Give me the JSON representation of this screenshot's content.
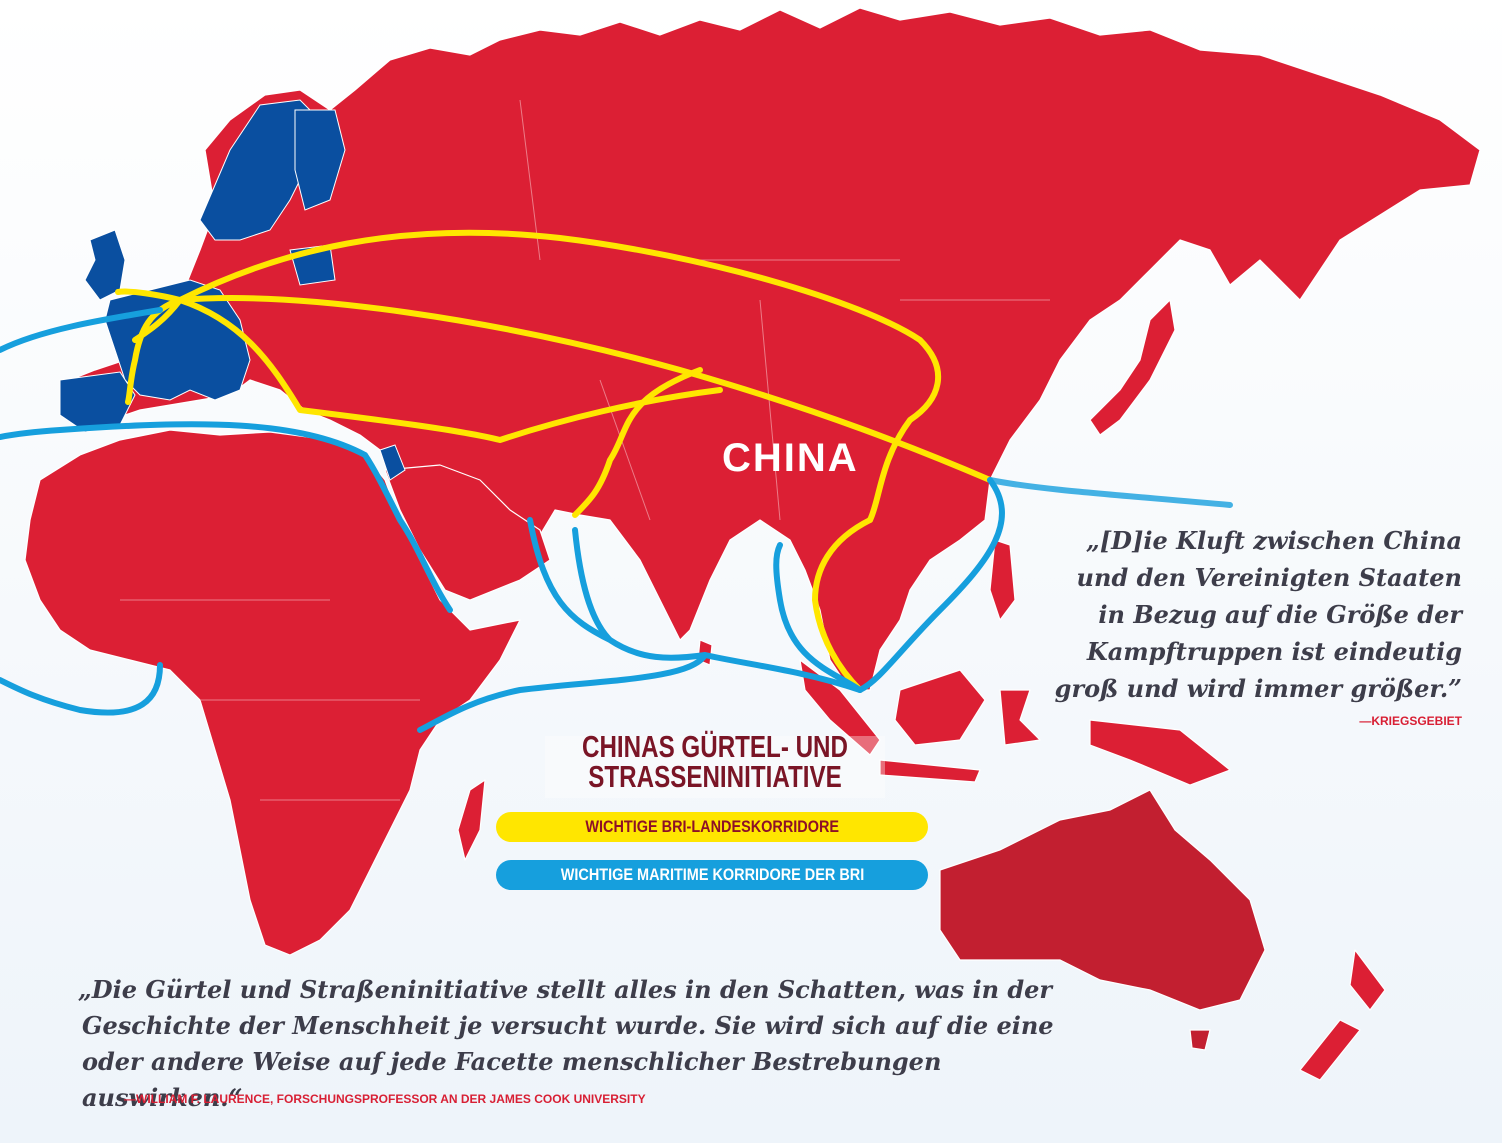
{
  "map": {
    "region_label": "CHINA",
    "colors": {
      "land": "#dc1f34",
      "europe_highlight": "#0a4fa0",
      "land_corridor": "#ffe600",
      "maritime_corridor": "#169fdd"
    }
  },
  "legend": {
    "title": "CHINAS GÜRTEL- UND STRASSENINITIATIVE",
    "title_line1": "CHINAS GÜRTEL- UND",
    "title_line2": "STRASSENINITIATIVE",
    "items": [
      {
        "label": "WICHTIGE BRI-LANDESKORRIDORE",
        "color": "#ffe600"
      },
      {
        "label": "WICHTIGE MARITIME KORRIDORE DER BRI",
        "color": "#169fdd"
      }
    ]
  },
  "quotes": [
    {
      "lines": [
        "„[D]ie Kluft zwischen China",
        "und den Vereinigten Staaten",
        "in Bezug auf die Größe der",
        "Kampftruppen ist eindeutig",
        "groß und wird immer größer.”"
      ],
      "source": "—KRIEGSGEBIET"
    },
    {
      "lines": [
        "„Die Gürtel und Straßeninitiative stellt alles in den Schatten, was in der",
        "Geschichte der Menschheit je versucht wurde. Sie wird sich auf die eine",
        "oder andere Weise auf jede Facette menschlicher Bestrebungen auswirken.“"
      ],
      "source": "—WILLIAM F. LAURENCE, FORSCHUNGSPROFESSOR AN DER JAMES COOK UNIVERSITY"
    }
  ]
}
